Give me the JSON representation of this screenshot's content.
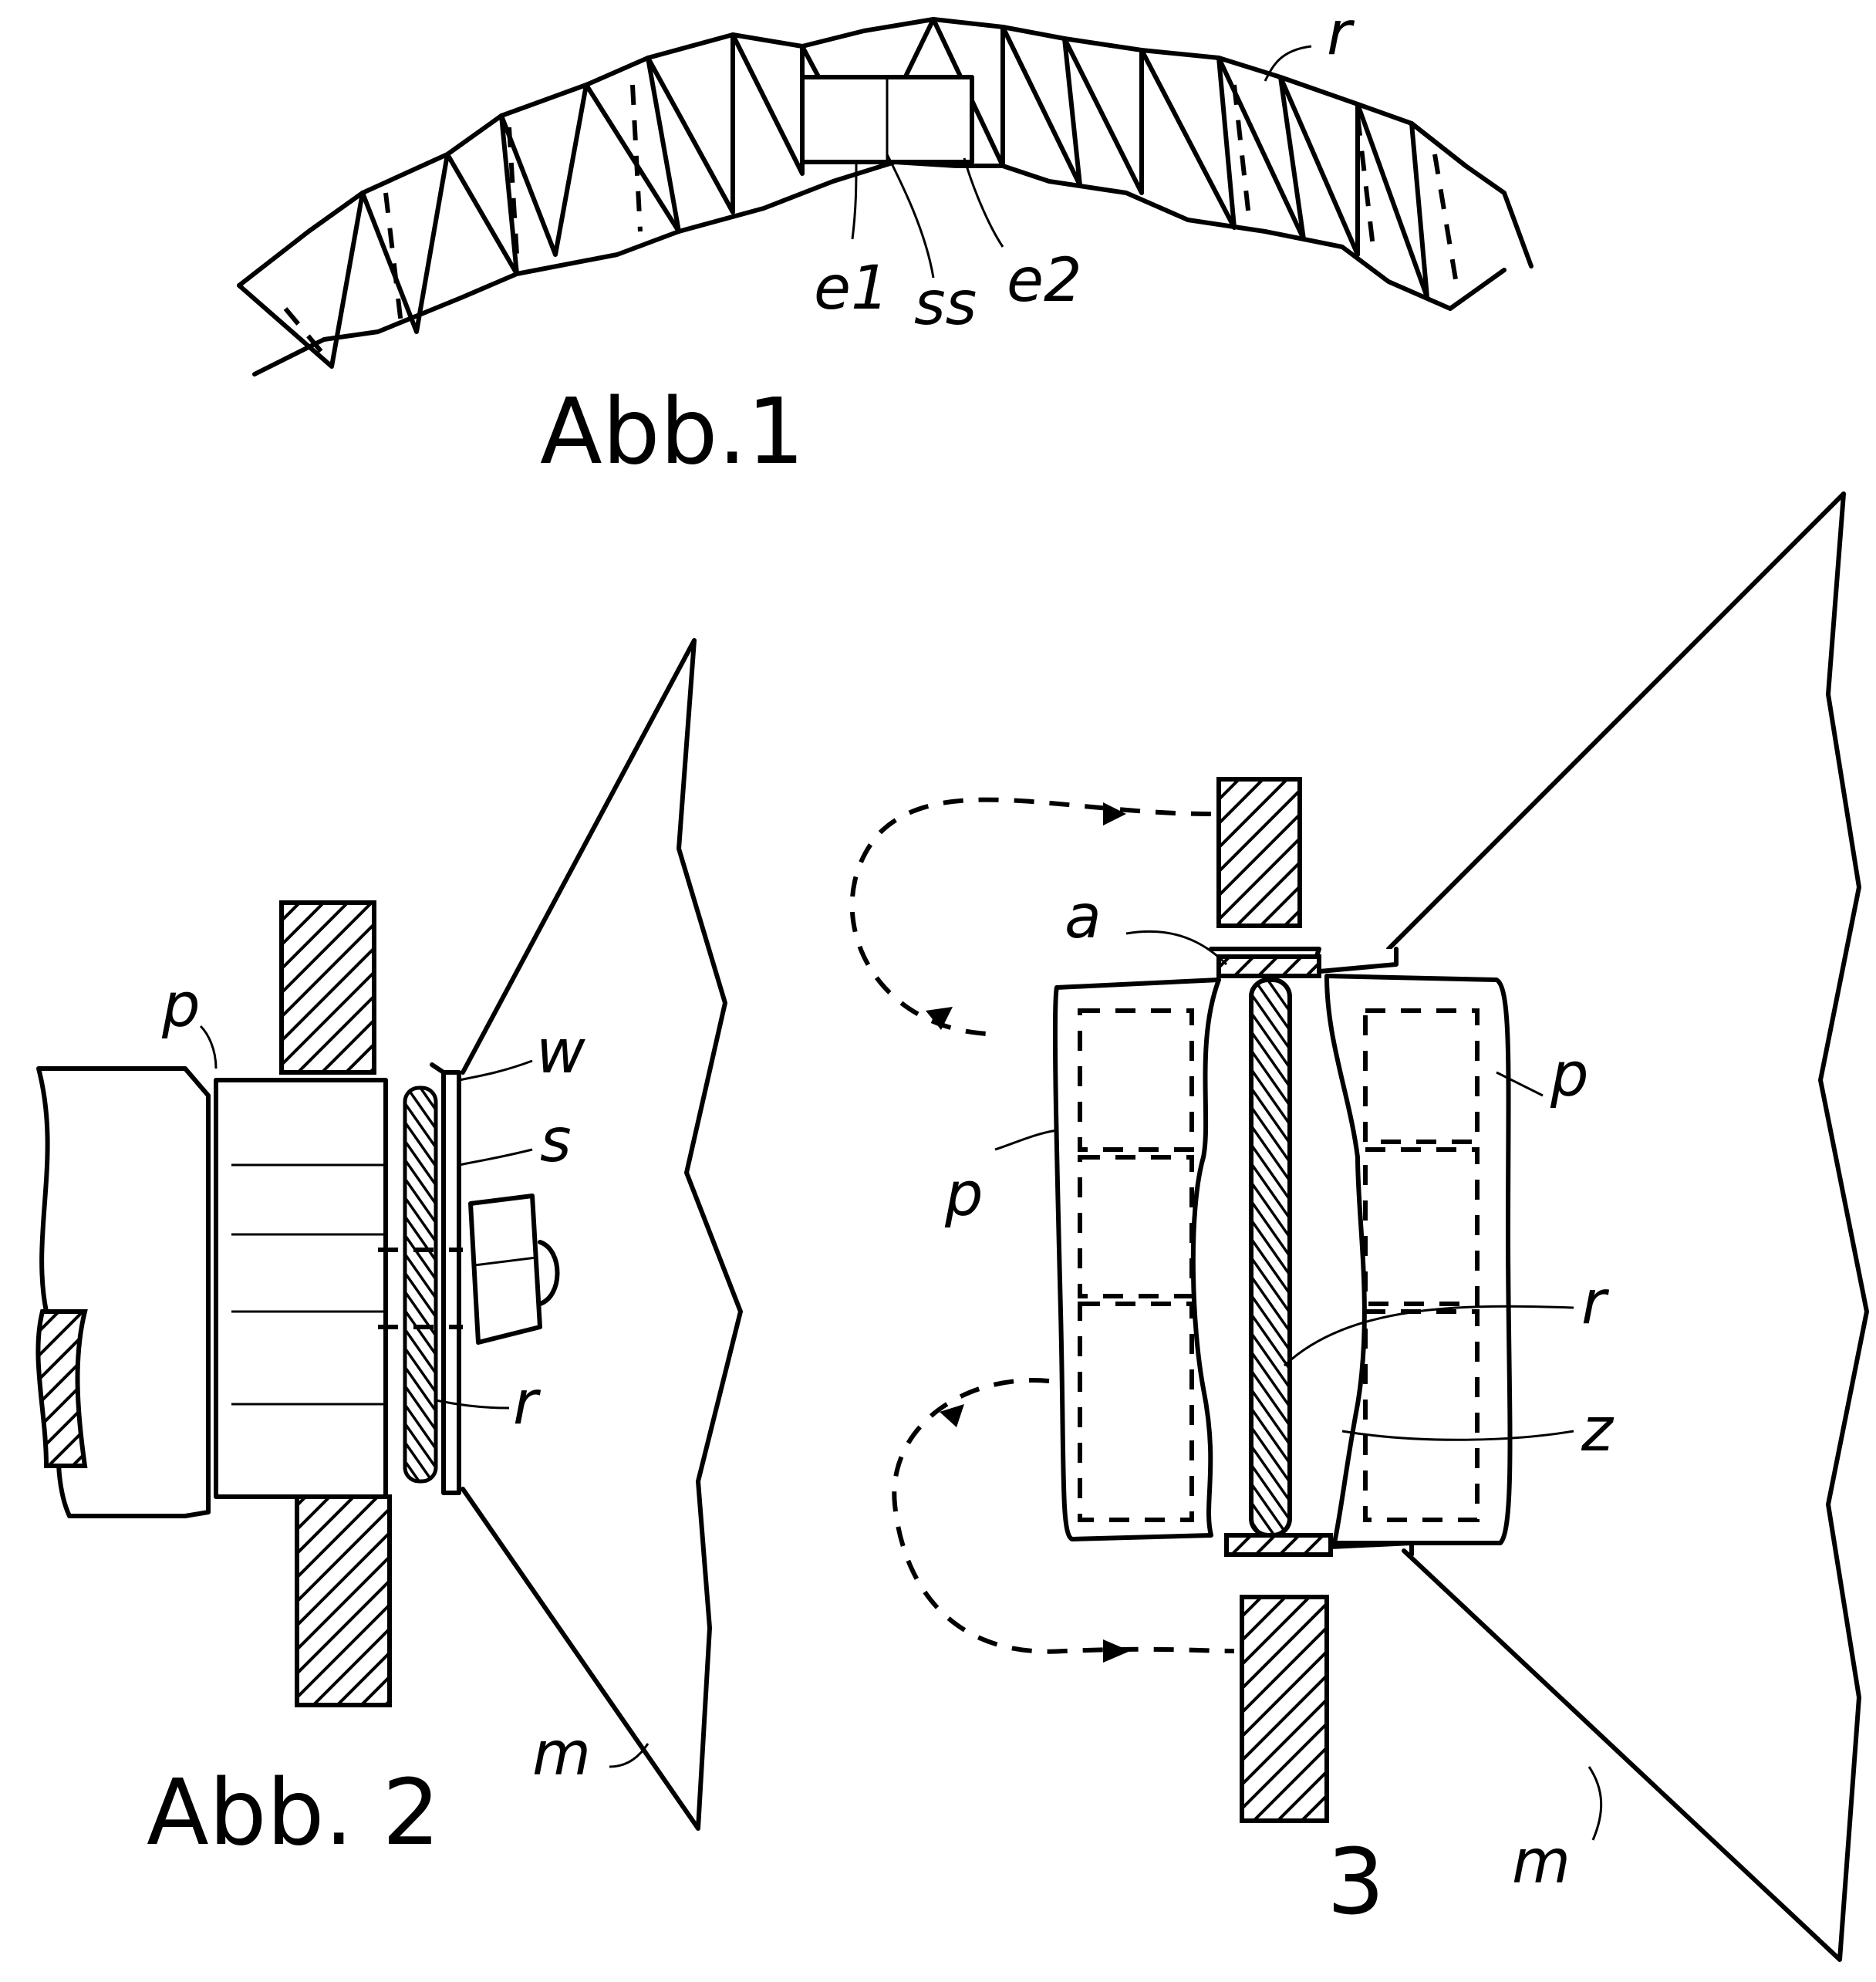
{
  "figures": {
    "fig1": {
      "caption": "Abb.1",
      "labels": {
        "r": "r",
        "e1": "e1",
        "ss": "ss",
        "e2": "e2"
      }
    },
    "fig2": {
      "caption": "Abb. 2",
      "labels": {
        "p": "p",
        "w": "w",
        "s": "s",
        "r": "r",
        "m": "m"
      }
    },
    "fig3": {
      "caption": "3",
      "labels": {
        "a": "a",
        "p_right": "p",
        "p_left": "p",
        "r": "r",
        "z": "z",
        "m": "m"
      }
    }
  }
}
